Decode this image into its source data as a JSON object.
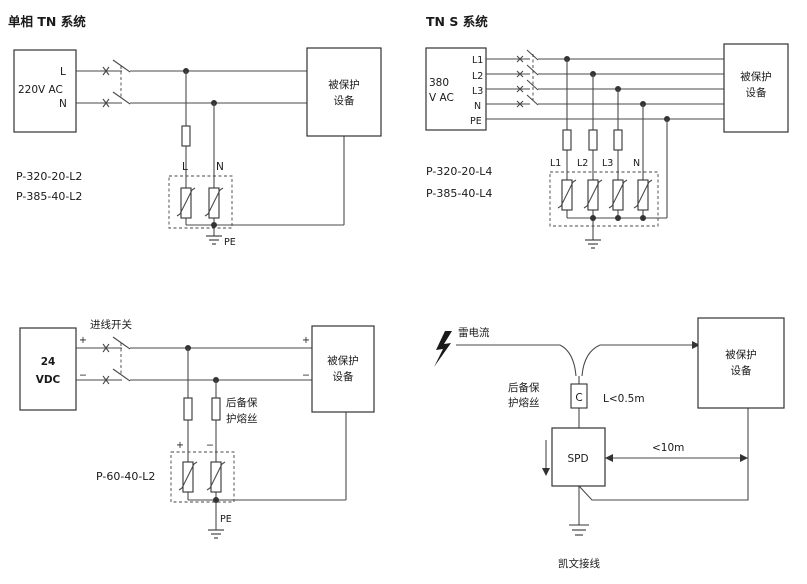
{
  "diagrams": {
    "tn_single": {
      "title": "单相 TN 系统",
      "source": "220V AC",
      "line_l": "L",
      "line_n": "N",
      "device_line1": "被保护",
      "device_line2": "设备",
      "spd_l": "L",
      "spd_n": "N",
      "model_1": "P-320-20-L2",
      "model_2": "P-385-40-L2",
      "pe": "PE"
    },
    "tns": {
      "title": "TN S 系统",
      "source_line1": "380",
      "source_line2": "V AC",
      "lines": [
        "L1",
        "L2",
        "L3",
        "N",
        "PE"
      ],
      "device_line1": "被保护",
      "device_line2": "设备",
      "spd_labels": [
        "L1",
        "L2",
        "L3",
        "N"
      ],
      "model_1": "P-320-20-L4",
      "model_2": "P-385-40-L4"
    },
    "dc": {
      "source_line1": "24",
      "source_line2": "VDC",
      "switch_label": "进线开关",
      "plus": "+",
      "minus": "−",
      "device_line1": "被保护",
      "device_line2": "设备",
      "fuse_line1": "后备保",
      "fuse_line2": "护熔丝",
      "model": "P-60-40-L2",
      "pe": "PE"
    },
    "kelvin": {
      "lightning_label": "雷电流",
      "fuse_line1": "后备保",
      "fuse_line2": "护熔丝",
      "fuse_symbol": "C",
      "distance_1": "L<0.5m",
      "spd": "SPD",
      "distance_2": "<10m",
      "device_line1": "被保护",
      "device_line2": "设备",
      "caption": "凯文接线"
    }
  }
}
